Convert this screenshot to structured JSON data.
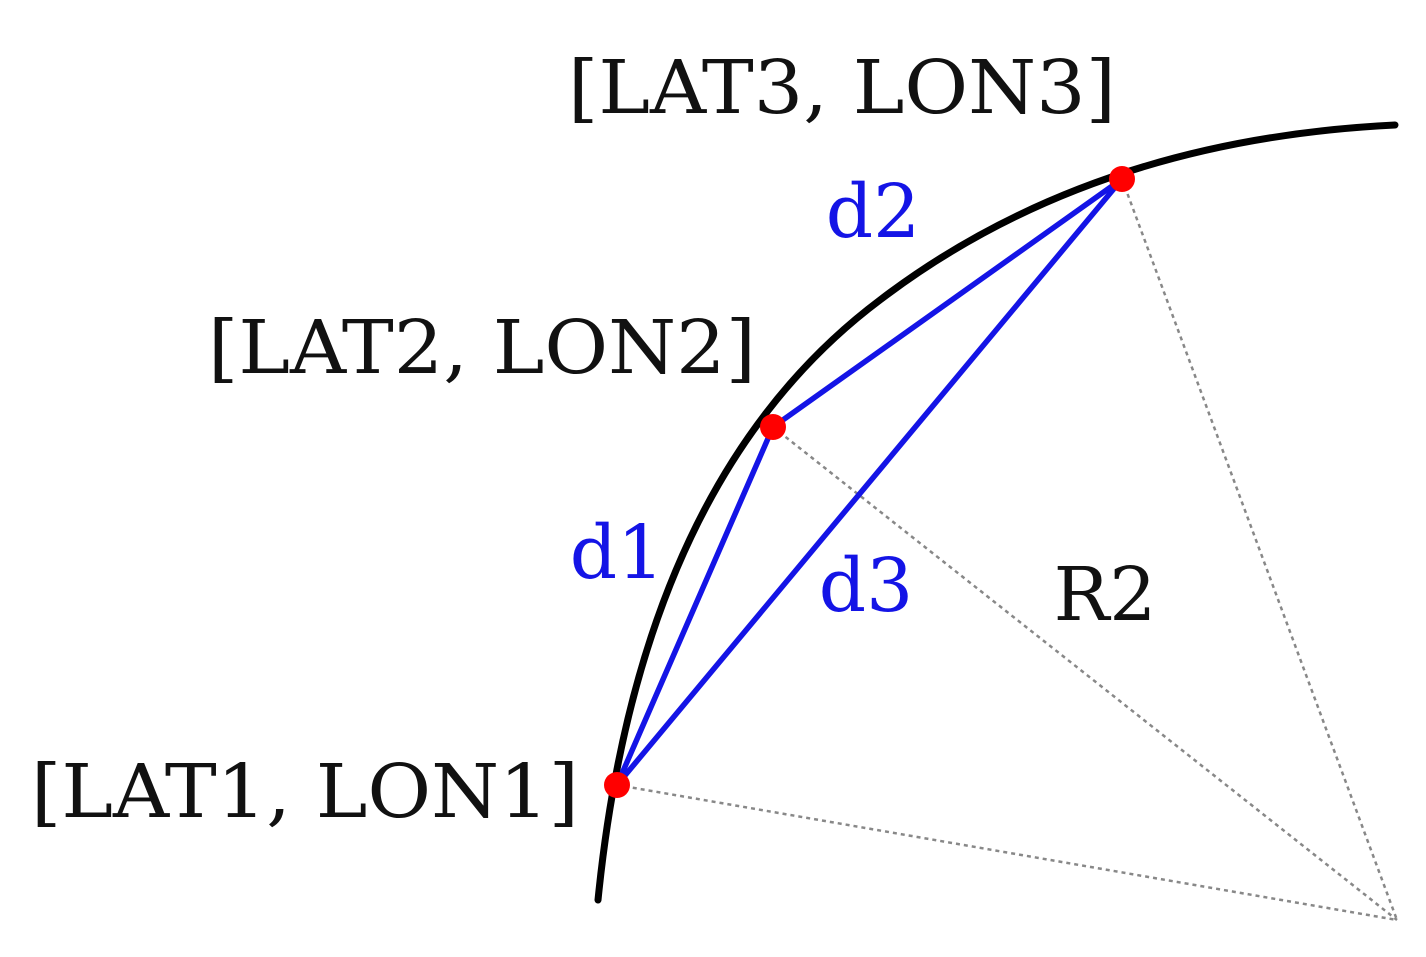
{
  "colors": {
    "arc": "#000000",
    "chord": "#1414e6",
    "point": "#ff0000",
    "radius_line": "#888888",
    "text_dark": "#111111",
    "text_blue": "#1414e6"
  },
  "points": {
    "p1": {
      "label": "[LAT1, LON1]"
    },
    "p2": {
      "label": "[LAT2, LON2]"
    },
    "p3": {
      "label": "[LAT3, LON3]"
    }
  },
  "segments": {
    "d1": "d1",
    "d2": "d2",
    "d3": "d3"
  },
  "radius": {
    "label": "R2"
  }
}
